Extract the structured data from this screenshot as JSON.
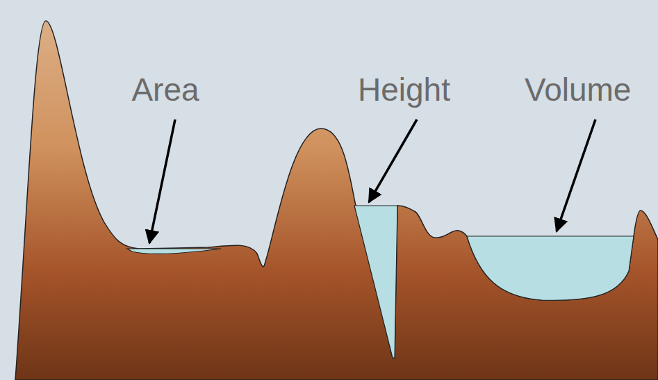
{
  "diagram": {
    "labels": [
      "Area",
      "Height",
      "Volume"
    ]
  }
}
